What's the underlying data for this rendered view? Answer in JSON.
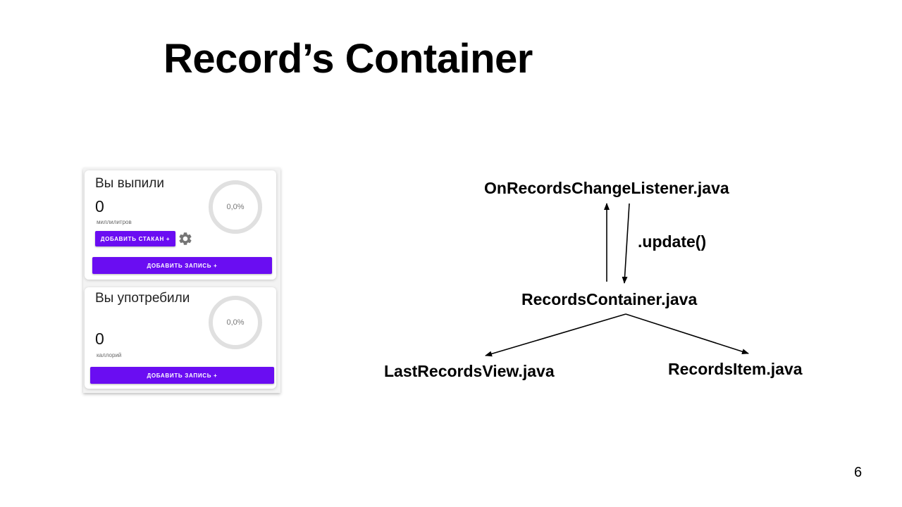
{
  "slide": {
    "title": "Record’s Container",
    "page_number": "6"
  },
  "app_screenshot": {
    "water_card": {
      "heading": "Вы выпили",
      "value": "0",
      "unit": "миллилитров",
      "progress_text": "0,0%",
      "progress": 0,
      "add_glass_label": "ДОБАВИТЬ СТАКАН +",
      "settings_icon": "gear-icon",
      "add_record_label": "ДОБАВИТЬ ЗАПИСЬ +"
    },
    "food_card": {
      "heading": "Вы употребили",
      "value": "0",
      "unit": "каллорий",
      "progress_text": "0,0%",
      "progress": 0,
      "add_record_label": "ДОБАВИТЬ ЗАПИСЬ +"
    },
    "accent_color": "#6a0df2",
    "ring_color": "#e0e0e0"
  },
  "diagram": {
    "nodes": {
      "listener": "OnRecordsChangeListener.java",
      "container": "RecordsContainer.java",
      "last_records_view": "LastRecordsView.java",
      "records_item": "RecordsItem.java"
    },
    "edges": [
      {
        "from": "container",
        "to": "listener",
        "label": ""
      },
      {
        "from": "listener",
        "to": "container",
        "label": ".update()"
      },
      {
        "from": "container",
        "to": "last_records_view",
        "label": ""
      },
      {
        "from": "container",
        "to": "records_item",
        "label": ""
      }
    ]
  }
}
